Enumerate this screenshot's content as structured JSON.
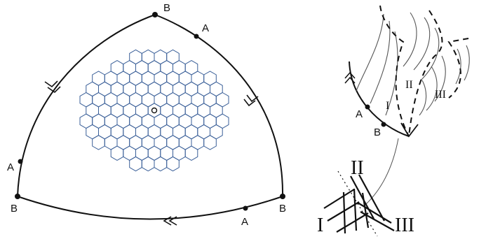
{
  "left_figure": {
    "vertex_labels": {
      "top": "B",
      "bottom_left": "B",
      "bottom_right": "B"
    },
    "edge_point_labels": {
      "right_edge": "A",
      "left_edge": "A",
      "bottom_edge": "A"
    }
  },
  "right_figure": {
    "point_labels": {
      "a": "A",
      "b": "B"
    },
    "region_labels": {
      "one": "I",
      "two": "II",
      "three": "III"
    }
  },
  "inset_figure": {
    "labels": {
      "top": "II",
      "left": "I",
      "right": "III"
    }
  },
  "colors": {
    "hexagon_stroke": "#3a5f98",
    "line": "#111111",
    "thin_line": "#555555"
  }
}
